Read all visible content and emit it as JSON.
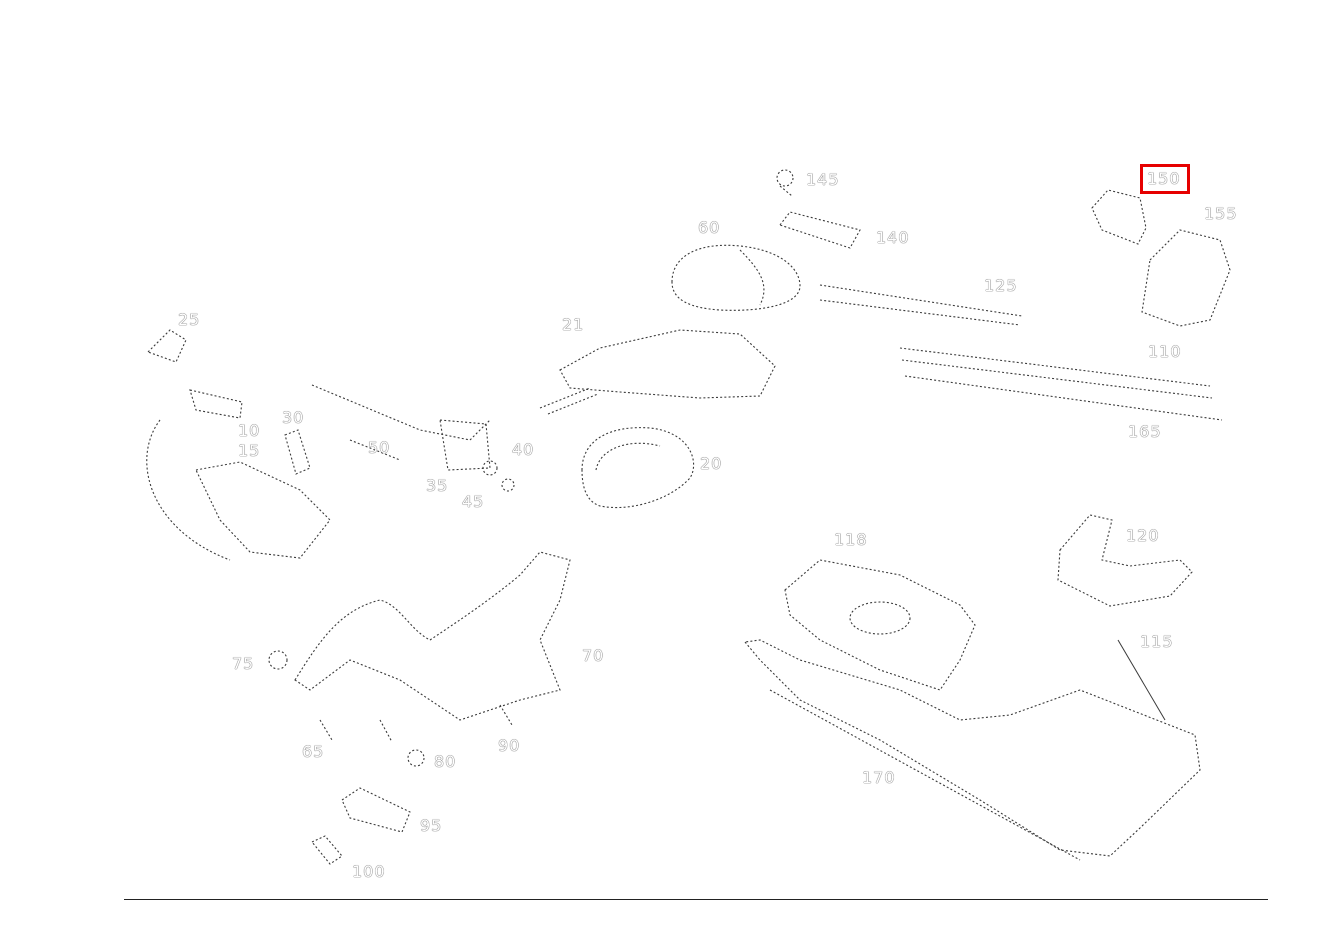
{
  "diagram": {
    "highlight": {
      "label": "150",
      "color": "#e60000"
    },
    "labels": [
      {
        "id": "145",
        "text": "145"
      },
      {
        "id": "140",
        "text": "140"
      },
      {
        "id": "60",
        "text": "60"
      },
      {
        "id": "125",
        "text": "125"
      },
      {
        "id": "155",
        "text": "155"
      },
      {
        "id": "25",
        "text": "25"
      },
      {
        "id": "21",
        "text": "21"
      },
      {
        "id": "110",
        "text": "110"
      },
      {
        "id": "165",
        "text": "165"
      },
      {
        "id": "10",
        "text": "10"
      },
      {
        "id": "15",
        "text": "15"
      },
      {
        "id": "30",
        "text": "30"
      },
      {
        "id": "50",
        "text": "50"
      },
      {
        "id": "35",
        "text": "35"
      },
      {
        "id": "40",
        "text": "40"
      },
      {
        "id": "45",
        "text": "45"
      },
      {
        "id": "20",
        "text": "20"
      },
      {
        "id": "75",
        "text": "75"
      },
      {
        "id": "118",
        "text": "118"
      },
      {
        "id": "120",
        "text": "120"
      },
      {
        "id": "115",
        "text": "115"
      },
      {
        "id": "70",
        "text": "70"
      },
      {
        "id": "65",
        "text": "65"
      },
      {
        "id": "80",
        "text": "80"
      },
      {
        "id": "90",
        "text": "90"
      },
      {
        "id": "95",
        "text": "95"
      },
      {
        "id": "100",
        "text": "100"
      },
      {
        "id": "170",
        "text": "170"
      }
    ]
  }
}
